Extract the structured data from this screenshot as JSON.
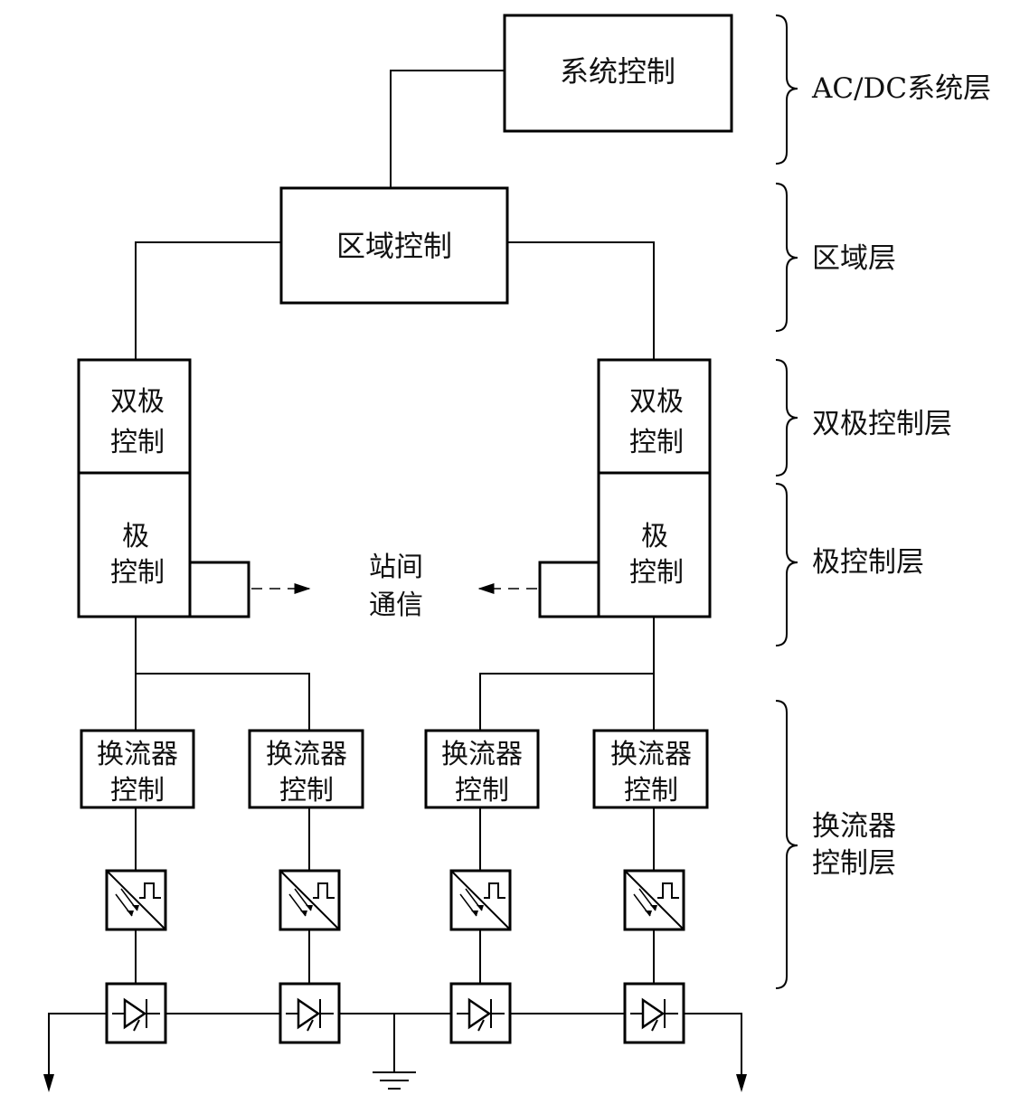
{
  "boxes": {
    "system_control": "系统控制",
    "area_control": "区域控制",
    "bipole_left_1": "双极",
    "bipole_left_2": "控制",
    "bipole_right_1": "双极",
    "bipole_right_2": "控制",
    "pole_left_1": "极",
    "pole_left_2": "控制",
    "pole_right_1": "极",
    "pole_right_2": "控制",
    "converter_1": "换流器",
    "converter_2": "控制"
  },
  "station_comm": [
    "站间",
    "通信"
  ],
  "layers": [
    {
      "label": "AC/DC系统层"
    },
    {
      "label": "区域层"
    },
    {
      "label": "双极控制层"
    },
    {
      "label": "极控制层"
    },
    {
      "label": "换流器",
      "label2": "控制层"
    }
  ],
  "colors": {
    "line": "#000000",
    "background": "#ffffff"
  }
}
